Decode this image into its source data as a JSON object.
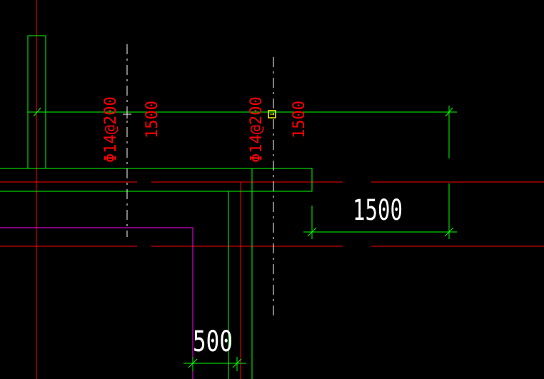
{
  "colors": {
    "background": "#000000",
    "axis": "#ff0000",
    "wall": "#00ff00",
    "dimension": "#00ff00",
    "centerline": "#ffffff",
    "rebar_label": "#ff0000",
    "dim_text": "#ffffff",
    "magenta": "#ff00ff",
    "cursor_marker": "#ffff00"
  },
  "rebar_annotations": [
    {
      "spec": "Φ14@200",
      "length": "1500"
    },
    {
      "spec": "Φ14@200",
      "length": "1500"
    }
  ],
  "dimensions": [
    {
      "value": "1500"
    },
    {
      "value": "500"
    }
  ],
  "cursor": {
    "icon": "crosshair-icon"
  },
  "osnap": {
    "icon": "osnap-square-icon"
  }
}
